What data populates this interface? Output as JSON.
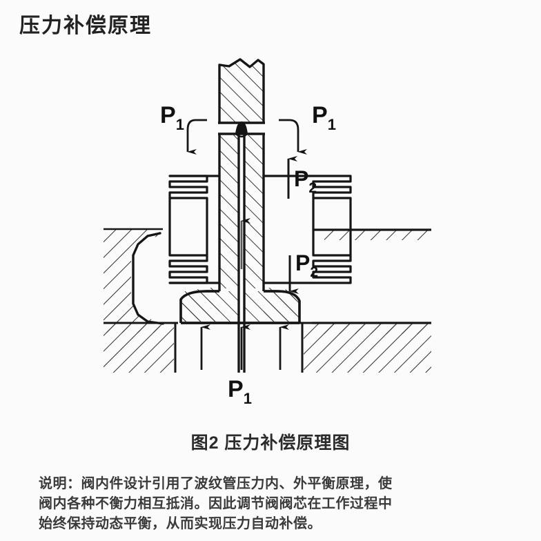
{
  "page": {
    "title": "压力补偿原理",
    "background_color": "#fbfbfb",
    "ink_color": "#1a1a1a"
  },
  "figure": {
    "caption": "图2  压力补偿原理图",
    "labels": {
      "p1_left": "P",
      "p1_left_sub": "1",
      "p1_right": "P",
      "p1_right_sub": "1",
      "p2_upper": "P",
      "p2_upper_sub": "2",
      "p2_lower": "P",
      "p2_lower_sub": "2",
      "p1_bottom": "P",
      "p1_bottom_sub": "1"
    },
    "parts": {
      "stem": "valve-stem",
      "bellows_left": "bellows-left",
      "bellows_right": "bellows-right",
      "plug": "valve-plug",
      "body_wall_left": "body-wall-left",
      "body_wall_right": "body-wall-right",
      "seat_bore": "seat-bore"
    }
  },
  "note": {
    "lines": [
      "说明：阀内件设计引用了波纹管压力内、外平衡原理，使",
      "阀内各种不衡力相互抵消。因此调节阀阀芯在工作过程中",
      "始终保持动态平衡，从而实现压力自动补偿。"
    ]
  }
}
